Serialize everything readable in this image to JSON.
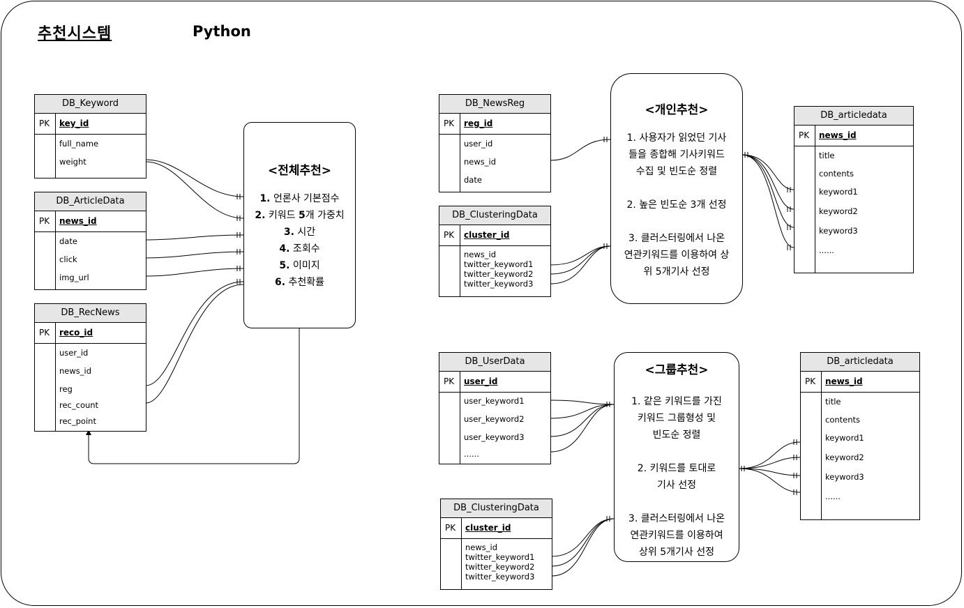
{
  "header": {
    "title": "추천시스템",
    "language": "Python"
  },
  "tables": {
    "db_keyword": {
      "name": "DB_Keyword",
      "pk_label": "PK",
      "pk": "key_id",
      "fields": [
        "full_name",
        "weight"
      ]
    },
    "db_articledata_left": {
      "name": "DB_ArticleData",
      "pk_label": "PK",
      "pk": "news_id",
      "fields": [
        "date",
        "click",
        "img_url"
      ]
    },
    "db_recnews": {
      "name": "DB_RecNews",
      "pk_label": "PK",
      "pk": "reco_id",
      "fields": [
        "user_id",
        "news_id",
        "reg",
        "rec_count",
        "rec_point"
      ]
    },
    "db_newsreg": {
      "name": "DB_NewsReg",
      "pk_label": "PK",
      "pk": "reg_id",
      "fields": [
        "user_id",
        "news_id",
        "date"
      ]
    },
    "db_clustering_1": {
      "name": "DB_ClusteringData",
      "pk_label": "PK",
      "pk": "cluster_id",
      "fields": [
        "news_id",
        "twitter_keyword1",
        "twitter_keyword2",
        "twitter_keyword3"
      ]
    },
    "db_articledata_1": {
      "name": "DB_articledata",
      "pk_label": "PK",
      "pk": "news_id",
      "fields": [
        "title",
        "contents",
        "keyword1",
        "keyword2",
        "keyword3",
        "......"
      ]
    },
    "db_userdata": {
      "name": "DB_UserData",
      "pk_label": "PK",
      "pk": "user_id",
      "fields": [
        "user_keyword1",
        "user_keyword2",
        "user_keyword3",
        "......"
      ]
    },
    "db_clustering_2": {
      "name": "DB_ClusteringData",
      "pk_label": "PK",
      "pk": "cluster_id",
      "fields": [
        "news_id",
        "twitter_keyword1",
        "twitter_keyword2",
        "twitter_keyword3"
      ]
    },
    "db_articledata_2": {
      "name": "DB_articledata",
      "pk_label": "PK",
      "pk": "news_id",
      "fields": [
        "title",
        "contents",
        "keyword1",
        "keyword2",
        "keyword3",
        "......"
      ]
    }
  },
  "boxes": {
    "overall": {
      "title": "<전체추천>",
      "lines": [
        {
          "num": "1.",
          "text": " 언론사 기본점수"
        },
        {
          "num": "2.",
          "text": " 키워드 ",
          "bold_tail": "5",
          "rest": "개 가중치"
        },
        {
          "num": "3.",
          "text": " 시간"
        },
        {
          "num": "4.",
          "text": " 조회수"
        },
        {
          "num": "5.",
          "text": " 이미지"
        },
        {
          "num": "6.",
          "text": " 추천확률"
        }
      ]
    },
    "personal": {
      "title": "<개인추천>",
      "p1": [
        "1. 사용자가 읽었던 기사",
        "들을 종합해 기사키워드",
        "수집 및 빈도순 정렬"
      ],
      "p2": [
        "2. 높은 빈도순 3개 선정"
      ],
      "p3": [
        "3. 클러스터링에서 나온",
        "연관키워드를 이용하여 상",
        "위 5개기사 선정"
      ]
    },
    "group": {
      "title": "<그룹추천>",
      "p1": [
        "1. 같은 키워드를 가진",
        "키워드 그룹형성 및",
        "빈도순 정렬"
      ],
      "p2": [
        "2. 키워드를 토대로",
        "기사 선정"
      ],
      "p3": [
        "3. 클러스터링에서 나온",
        "연관키워드를 이용하여",
        "상위 5개기사 선정"
      ]
    }
  }
}
